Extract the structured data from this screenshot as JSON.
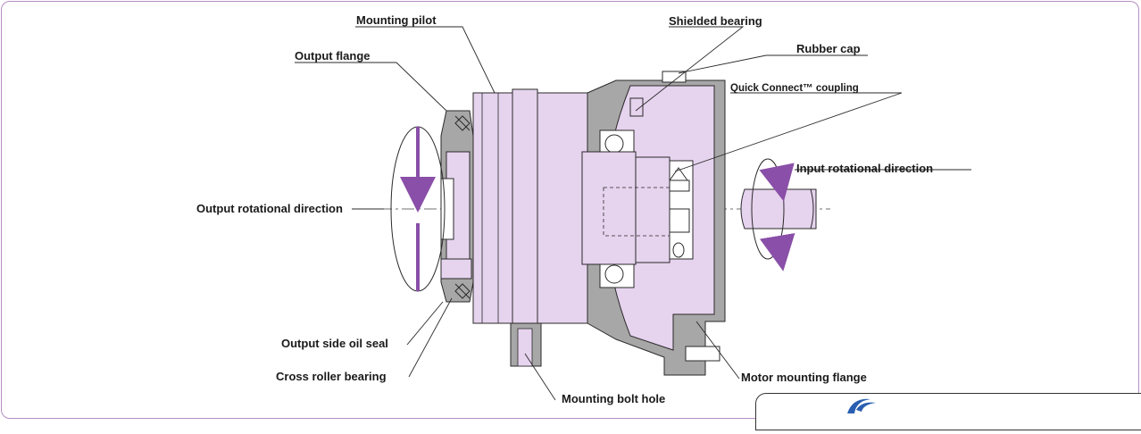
{
  "labels": {
    "mounting_pilot": "Mounting pilot",
    "shielded_bearing": "Shielded bearing",
    "rubber_cap": "Rubber cap",
    "output_flange": "Output flange",
    "quick_connect": "Quick Connect™ coupling",
    "input_rotational": "Input rotational direction",
    "output_rotational": "Output rotational direction",
    "output_oil_seal": "Output side oil seal",
    "cross_roller": "Cross roller bearing",
    "mounting_bolt_hole": "Mounting bolt hole",
    "motor_mounting_flange": "Motor mounting flange"
  },
  "colors": {
    "body_fill": "#e6d3ee",
    "section_fill": "#a7a7a7",
    "arrow": "#8a4fa8",
    "frame": "#b58ec4",
    "logo_blue": "#2a5fb0"
  }
}
